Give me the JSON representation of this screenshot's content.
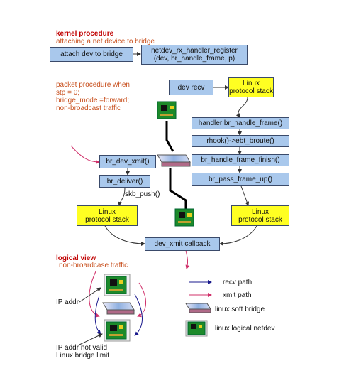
{
  "kernel": {
    "heading": "kernel procedure",
    "subheading": "attaching a net device to bridge",
    "attach_box": "attach dev to bridge",
    "register_box": "netdev_rx_handler_register\n(dev, br_handle_frame, p)"
  },
  "packet_note": "packet procedure when\nstp = 0;\nbridge_mode =forward;\nnon-broadcast traffic",
  "flow": {
    "dev_recv": "dev recv",
    "linux_stack_top": "Linux\nprotocol stack",
    "handler": "handler br_handle_frame()",
    "rhook": "rhook()->ebt_broute()",
    "finish": "br_handle_frame_finish()",
    "pass_up": "br_pass_frame_up()",
    "dev_xmit": "br_dev_xmit()",
    "deliver": "br_deliver()",
    "skb_push": "skb_push()",
    "linux_stack_left": "Linux\nprotocol stack",
    "linux_stack_right": "Linux\nprotocol stack",
    "dev_xmit_callback": "dev_xmit callback"
  },
  "logical": {
    "heading": "logical view",
    "subheading": "non-broardcase traffic",
    "ip_addr": "IP addr",
    "ip_not_valid": "IP addr not valid\nLinux bridge limit"
  },
  "legend": {
    "recv": "recv path",
    "xmit": "xmit path",
    "soft_bridge": "linux soft bridge",
    "logical_netdev": "linux logical netdev"
  },
  "colors": {
    "box_blue": "#a9c8ec",
    "box_yellow": "#ffff22",
    "recv_arrow": "#1a1a8c",
    "xmit_arrow": "#d0306a"
  }
}
